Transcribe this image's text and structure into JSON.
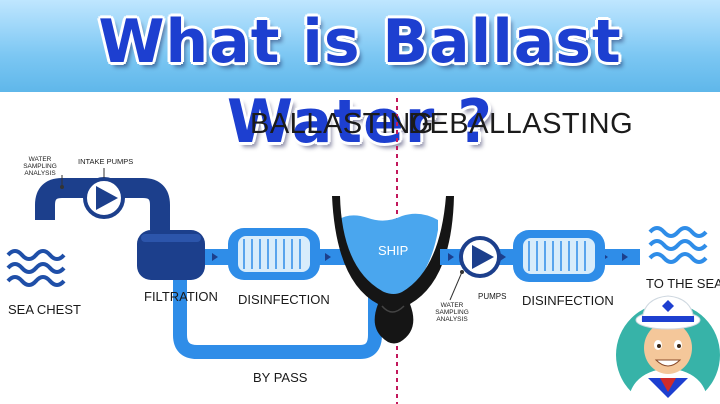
{
  "title": "What is Ballast Water ?",
  "sections": {
    "ballasting": "BALLASTING",
    "deballasting": "DEBALLASTING"
  },
  "labels": {
    "water_sampling_left": "WATER SAMPLING ANALYSIS",
    "intake_pumps": "INTAKE PUMPS",
    "sea_chest": "SEA CHEST",
    "filtration": "FILTRATION",
    "disinfection_left": "DISINFECTION",
    "by_pass": "BY PASS",
    "ship": "SHIP",
    "pumps": "PUMPS",
    "water_sampling_right": "WATER SAMPLING ANALYSIS",
    "disinfection_right": "DISINFECTION",
    "to_the_sea": "TO THE SEA"
  },
  "colors": {
    "title_blue": "#1d3fd0",
    "pipe_dark": "#1c3f8c",
    "pipe_light": "#2f8de8",
    "water_light": "#4aa6ee",
    "wave_blue": "#1f4fa8",
    "ship_hull": "#151515"
  }
}
